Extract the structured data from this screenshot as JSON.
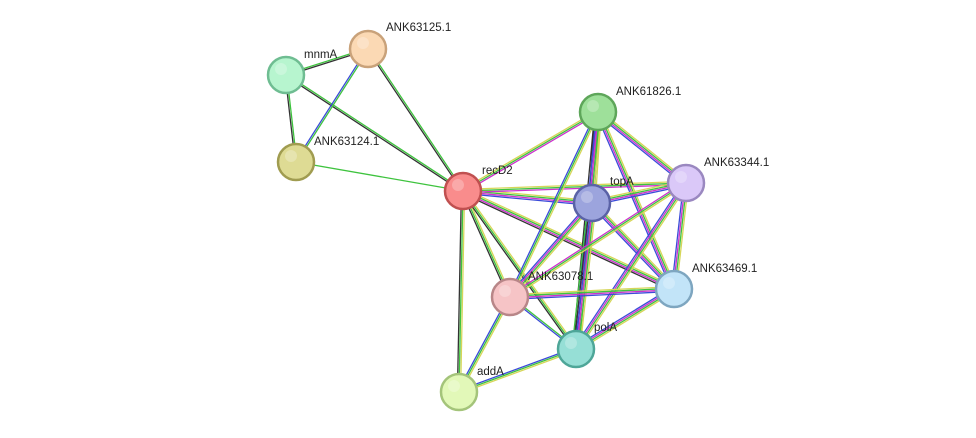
{
  "network": {
    "nodes": [
      {
        "id": "mnmA",
        "label": "mnmA",
        "fill": "#b7f5cf",
        "stroke": "#6fbd92"
      },
      {
        "id": "ANK63125.1",
        "label": "ANK63125.1",
        "fill": "#fbd9b4",
        "stroke": "#c9a27a"
      },
      {
        "id": "ANK63124.1",
        "label": "ANK63124.1",
        "fill": "#dedb94",
        "stroke": "#a09c50"
      },
      {
        "id": "recD2",
        "label": "recD2",
        "fill": "#f98c8c",
        "stroke": "#c05050"
      },
      {
        "id": "ANK61826.1",
        "label": "ANK61826.1",
        "fill": "#9ee09a",
        "stroke": "#5ea65a"
      },
      {
        "id": "topA",
        "label": "topA",
        "fill": "#9ca4dd",
        "stroke": "#5a62a6"
      },
      {
        "id": "ANK63344.1",
        "label": "ANK63344.1",
        "fill": "#dac8f8",
        "stroke": "#9a88c0"
      },
      {
        "id": "ANK63078.1",
        "label": "ANK63078.1",
        "fill": "#f6c4c6",
        "stroke": "#b88688"
      },
      {
        "id": "ANK63469.1",
        "label": "ANK63469.1",
        "fill": "#c2e4f8",
        "stroke": "#7ea6c0"
      },
      {
        "id": "polA",
        "label": "polA",
        "fill": "#96dfd6",
        "stroke": "#4ea698"
      },
      {
        "id": "addA",
        "label": "addA",
        "fill": "#e2f8b8",
        "stroke": "#a4c47a"
      }
    ],
    "edges": [
      {
        "source": "mnmA",
        "target": "ANK63125.1",
        "colors": [
          "#3ec33e",
          "#333333"
        ]
      },
      {
        "source": "mnmA",
        "target": "ANK63124.1",
        "colors": [
          "#3ec33e",
          "#333333"
        ]
      },
      {
        "source": "mnmA",
        "target": "recD2",
        "colors": [
          "#3ec33e",
          "#333333"
        ]
      },
      {
        "source": "ANK63125.1",
        "target": "ANK63124.1",
        "colors": [
          "#3ec33e",
          "#3b4bd8"
        ]
      },
      {
        "source": "ANK63125.1",
        "target": "recD2",
        "colors": [
          "#3ec33e",
          "#333333"
        ]
      },
      {
        "source": "ANK63124.1",
        "target": "recD2",
        "colors": [
          "#3ec33e"
        ]
      },
      {
        "source": "recD2",
        "target": "ANK61826.1",
        "colors": [
          "#d6d658",
          "#3ec33e",
          "#cc33cc"
        ]
      },
      {
        "source": "recD2",
        "target": "topA",
        "colors": [
          "#d6d658",
          "#3ec33e",
          "#cc33cc",
          "#3b4bd8"
        ]
      },
      {
        "source": "recD2",
        "target": "ANK63344.1",
        "colors": [
          "#d6d658",
          "#3ec33e",
          "#cc33cc"
        ]
      },
      {
        "source": "recD2",
        "target": "ANK63078.1",
        "colors": [
          "#d6d658",
          "#3ec33e",
          "#333333"
        ]
      },
      {
        "source": "recD2",
        "target": "ANK63469.1",
        "colors": [
          "#d6d658",
          "#3ec33e",
          "#cc33cc",
          "#333333"
        ]
      },
      {
        "source": "recD2",
        "target": "polA",
        "colors": [
          "#d6d658",
          "#3ec33e",
          "#333333"
        ]
      },
      {
        "source": "recD2",
        "target": "addA",
        "colors": [
          "#d6d658",
          "#3ec33e",
          "#333333"
        ]
      },
      {
        "source": "ANK61826.1",
        "target": "topA",
        "colors": [
          "#d6d658",
          "#3ec33e",
          "#cc33cc",
          "#3b4bd8",
          "#333333"
        ]
      },
      {
        "source": "ANK61826.1",
        "target": "ANK63344.1",
        "colors": [
          "#d6d658",
          "#3ec33e",
          "#cc33cc",
          "#3b4bd8"
        ]
      },
      {
        "source": "ANK61826.1",
        "target": "ANK63078.1",
        "colors": [
          "#d6d658",
          "#3ec33e",
          "#3b4bd8"
        ]
      },
      {
        "source": "ANK61826.1",
        "target": "ANK63469.1",
        "colors": [
          "#d6d658",
          "#3ec33e",
          "#cc33cc",
          "#3b4bd8"
        ]
      },
      {
        "source": "ANK61826.1",
        "target": "polA",
        "colors": [
          "#d6d658",
          "#3ec33e",
          "#cc33cc",
          "#3b4bd8",
          "#333333"
        ]
      },
      {
        "source": "topA",
        "target": "ANK63344.1",
        "colors": [
          "#d6d658",
          "#3ec33e",
          "#cc33cc",
          "#3b4bd8"
        ]
      },
      {
        "source": "topA",
        "target": "ANK63078.1",
        "colors": [
          "#d6d658",
          "#3ec33e",
          "#cc33cc",
          "#3b4bd8"
        ]
      },
      {
        "source": "topA",
        "target": "ANK63469.1",
        "colors": [
          "#d6d658",
          "#3ec33e",
          "#cc33cc",
          "#3b4bd8"
        ]
      },
      {
        "source": "topA",
        "target": "polA",
        "colors": [
          "#d6d658",
          "#3ec33e",
          "#cc33cc",
          "#3b4bd8",
          "#333333",
          "#3ec33e"
        ]
      },
      {
        "source": "ANK63344.1",
        "target": "ANK63078.1",
        "colors": [
          "#d6d658",
          "#3ec33e",
          "#cc33cc"
        ]
      },
      {
        "source": "ANK63344.1",
        "target": "ANK63469.1",
        "colors": [
          "#d6d658",
          "#3ec33e",
          "#cc33cc",
          "#3b4bd8"
        ]
      },
      {
        "source": "ANK63344.1",
        "target": "polA",
        "colors": [
          "#d6d658",
          "#3ec33e",
          "#cc33cc",
          "#3b4bd8"
        ]
      },
      {
        "source": "ANK63078.1",
        "target": "ANK63469.1",
        "colors": [
          "#d6d658",
          "#3ec33e",
          "#cc33cc",
          "#3b4bd8"
        ]
      },
      {
        "source": "ANK63078.1",
        "target": "polA",
        "colors": [
          "#3ec33e",
          "#3b4bd8"
        ]
      },
      {
        "source": "ANK63078.1",
        "target": "addA",
        "colors": [
          "#d6d658",
          "#3ec33e",
          "#3b4bd8"
        ]
      },
      {
        "source": "ANK63469.1",
        "target": "polA",
        "colors": [
          "#d6d658",
          "#3ec33e",
          "#cc33cc",
          "#3b4bd8"
        ]
      },
      {
        "source": "polA",
        "target": "addA",
        "colors": [
          "#d6d658",
          "#3ec33e",
          "#3b4bd8"
        ]
      }
    ]
  }
}
